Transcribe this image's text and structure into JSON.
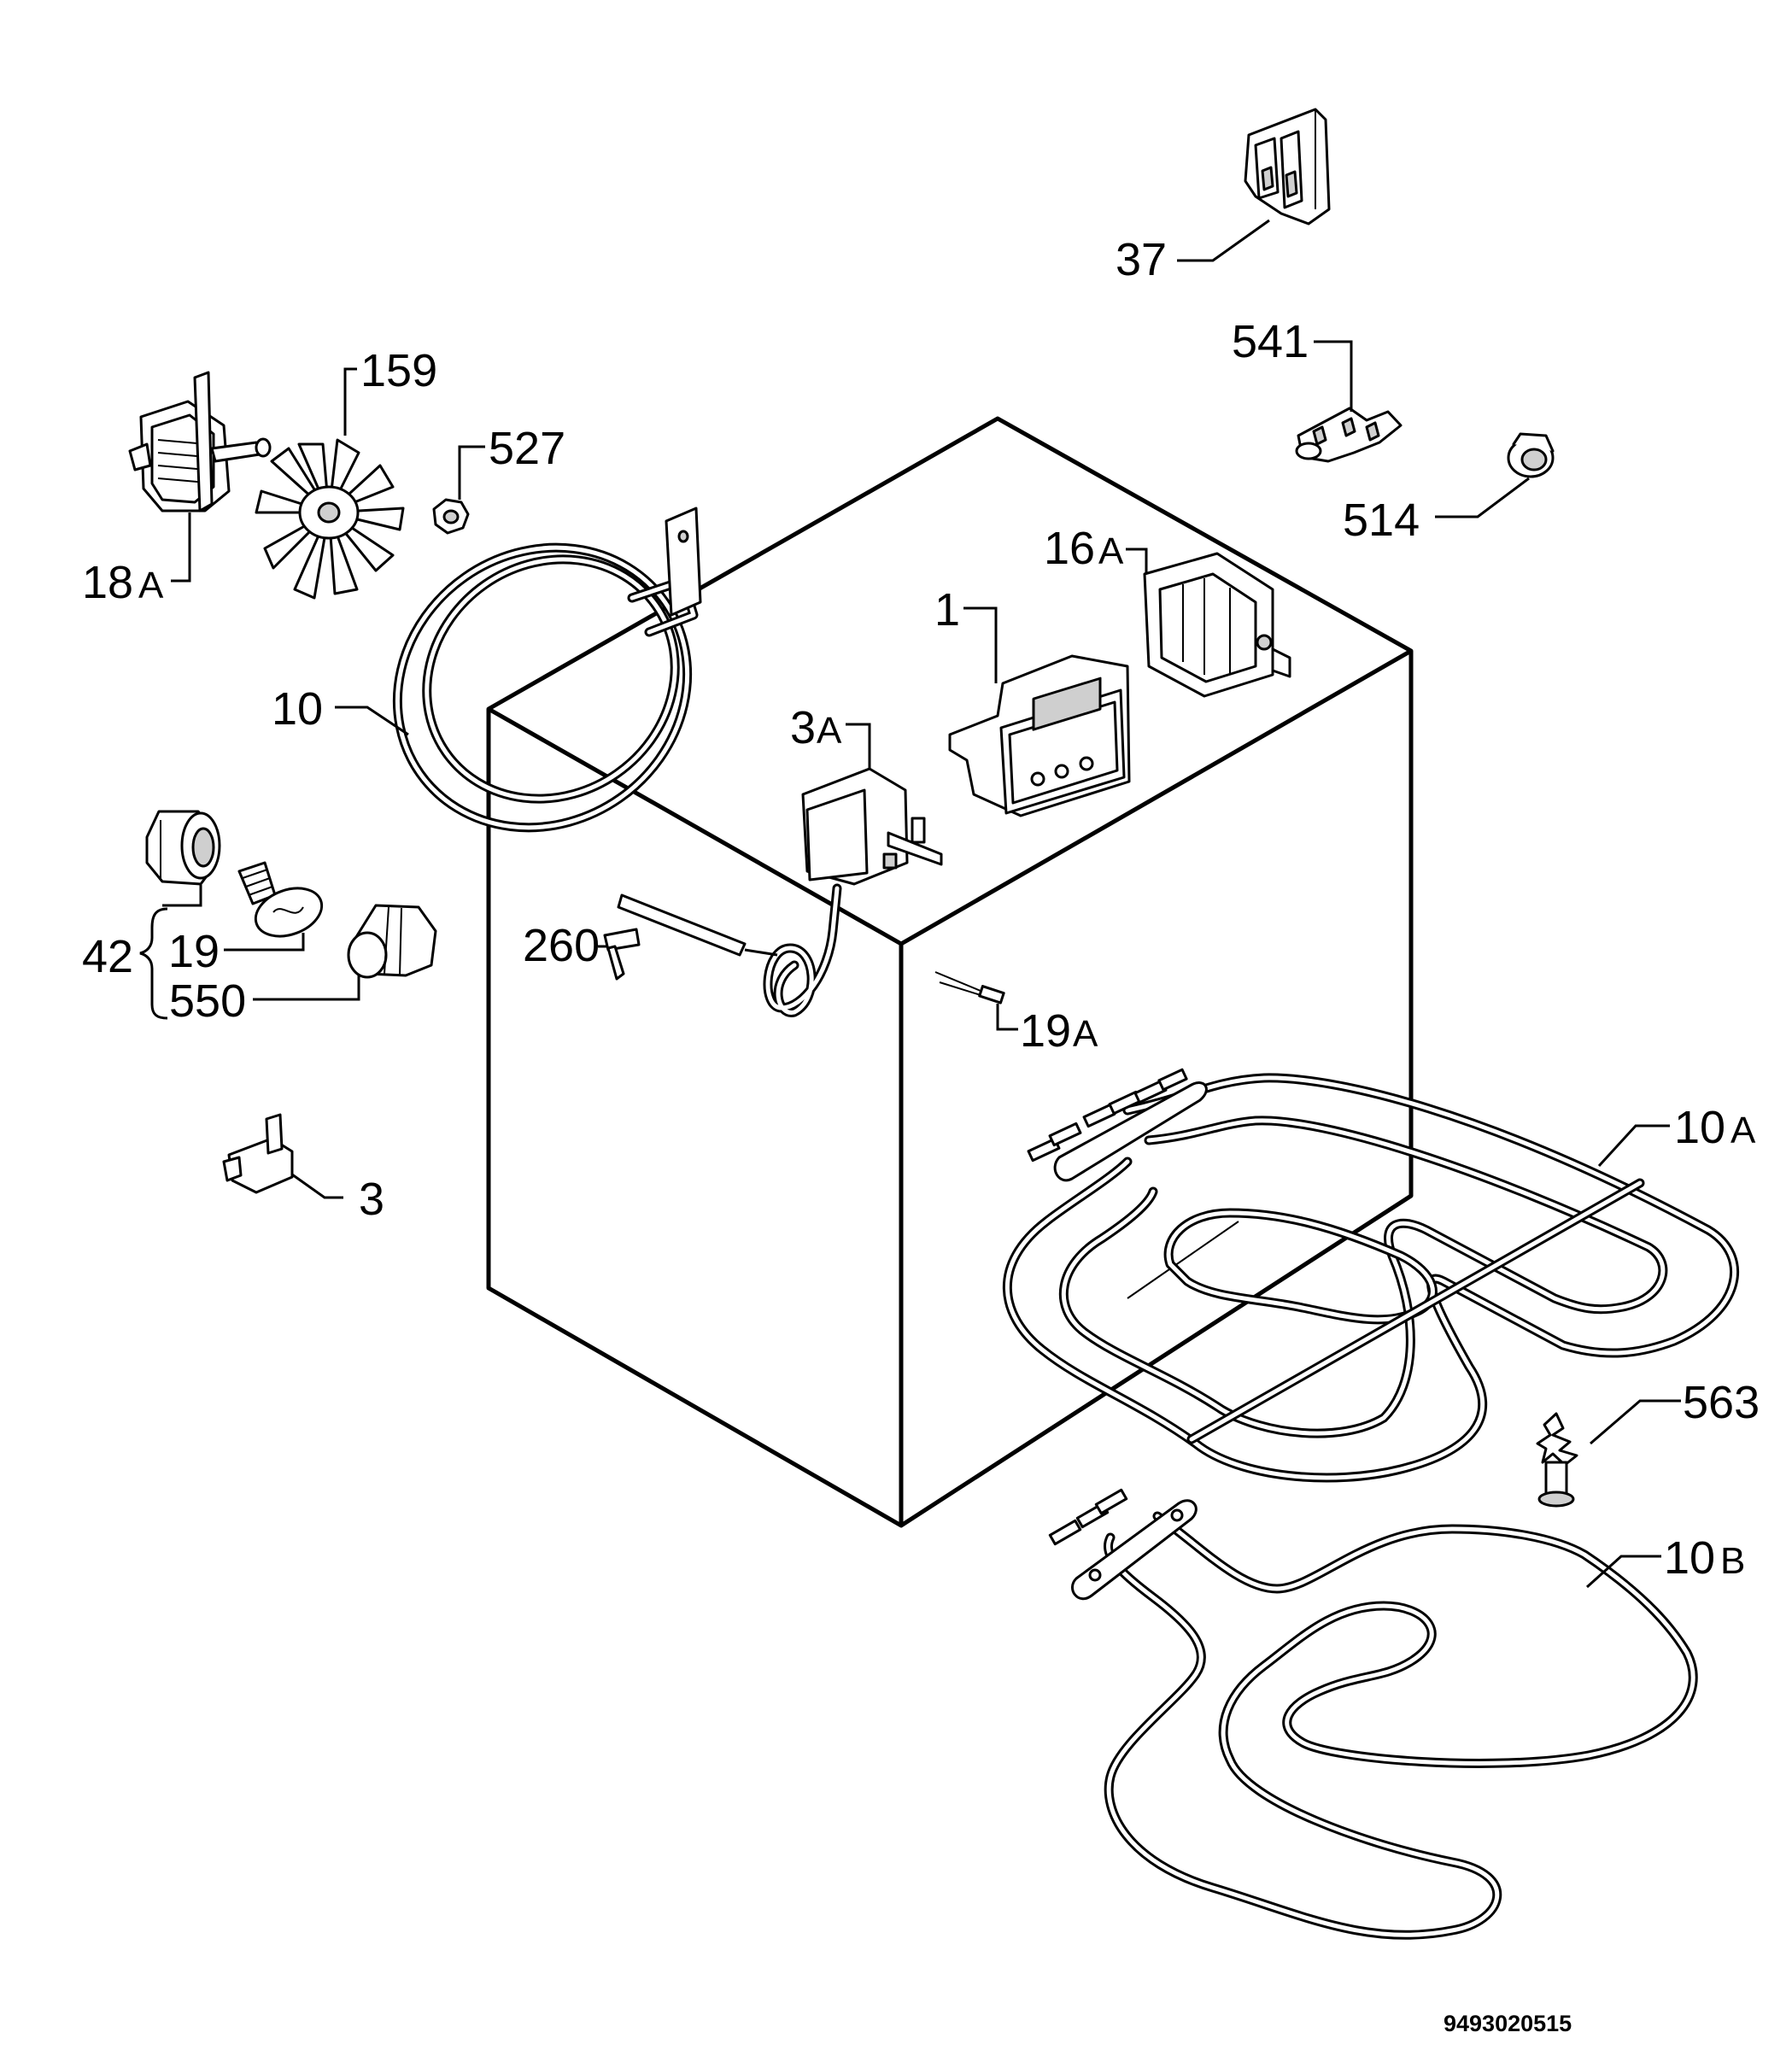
{
  "callouts": {
    "c37": "37",
    "c541": "541",
    "c514": "514",
    "c159": "159",
    "c527": "527",
    "c18a_num": "18",
    "c18a_let": "A",
    "c16a_num": "16",
    "c16a_let": "A",
    "c1": "1",
    "c10": "10",
    "c3a_num": "3",
    "c3a_let": "A",
    "c42": "42",
    "c19": "19",
    "c550": "550",
    "c260": "260",
    "c19a_num": "19",
    "c19a_let": "A",
    "c10a_num": "10",
    "c10a_let": "A",
    "c3": "3",
    "c563": "563",
    "c10b_num": "10",
    "c10b_let": "B"
  },
  "document_number": "9493020515"
}
